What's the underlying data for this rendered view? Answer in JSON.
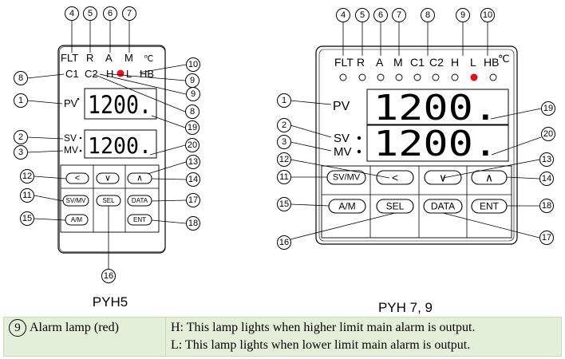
{
  "pyh5": {
    "caption": "PYH5",
    "lamps_top": [
      "FLT",
      "R",
      "A",
      "M",
      "℃"
    ],
    "lamps_bottom": [
      "C1",
      "C2",
      "H",
      "L",
      "HB"
    ],
    "pv_label": "PV",
    "pv_value": "1200.",
    "sv_label": "SV",
    "mv_label": "MV",
    "sv_value": "1200.",
    "buttons": {
      "left": "<",
      "down": "∨",
      "up": "∧",
      "svmv": "SV/MV",
      "sel": "SEL",
      "data": "DATA",
      "am": "A/M",
      "ent": "ENT"
    },
    "callouts": {
      "c4": "4",
      "c5": "5",
      "c6": "6",
      "c7": "7",
      "c10": "10",
      "c8a": "8",
      "c9a": "9",
      "c9b": "9",
      "c8b": "8",
      "c1": "1",
      "c19": "19",
      "c2": "2",
      "c3": "3",
      "c20": "20",
      "c13": "13",
      "c12": "12",
      "c14": "14",
      "c11": "11",
      "c17": "17",
      "c15": "15",
      "c18": "18",
      "c16": "16"
    }
  },
  "pyh79": {
    "caption": "PYH 7, 9",
    "lamps": [
      "FLT",
      "R",
      "A",
      "M",
      "C1",
      "C2",
      "H",
      "L",
      "HB"
    ],
    "unit": "℃",
    "lit_lamp_index": 7,
    "pv_label": "PV",
    "pv_value": "1200.",
    "sv_label": "SV",
    "mv_label": "MV",
    "sv_value": "1200.",
    "buttons": {
      "svmv": "SV/MV",
      "left": "<",
      "down": "∨",
      "up": "∧",
      "am": "A/M",
      "sel": "SEL",
      "data": "DATA",
      "ent": "ENT"
    },
    "callouts": {
      "c4": "4",
      "c5": "5",
      "c6": "6",
      "c7": "7",
      "c8": "8",
      "c9": "9",
      "c10": "10",
      "c1": "1",
      "c19": "19",
      "c2": "2",
      "c3": "3",
      "c20": "20",
      "c12": "12",
      "c13": "13",
      "c11": "11",
      "c14": "14",
      "c15": "15",
      "c18": "18",
      "c16": "16",
      "c17": "17"
    }
  },
  "description": {
    "item_number": "9",
    "item_label": "Alarm lamp (red)",
    "line_h": "H:  This lamp lights when higher limit main alarm is output.",
    "line_l": "L:  This lamp lights when lower limit main alarm is output."
  },
  "colors": {
    "lamp_red": "#e8141c",
    "table_bg": "#e4efd9",
    "table_border": "#c8dcb4",
    "panel_fill": "#ffffff"
  }
}
